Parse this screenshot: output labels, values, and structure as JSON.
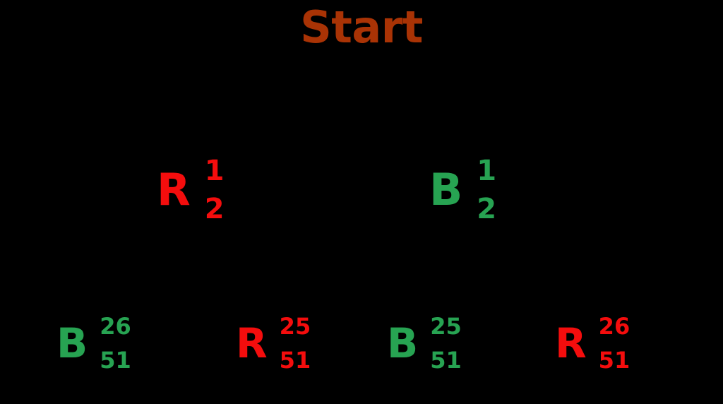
{
  "title": "Start",
  "background_color": "#000000",
  "palette": {
    "title_color": "#a93305",
    "red": "#f40d0d",
    "green": "#27a352",
    "edge_color": "#000000"
  },
  "tree": {
    "root": {
      "label": "Start"
    },
    "level2": [
      {
        "id": "l2-red",
        "label": "R",
        "color": "#f40d0d",
        "numerator": "1",
        "denominator": "2"
      },
      {
        "id": "l2-blue",
        "label": "B",
        "color": "#27a352",
        "numerator": "1",
        "denominator": "2"
      }
    ],
    "level3": [
      {
        "id": "l3-1",
        "label": "B",
        "color": "#27a352",
        "numerator": "26",
        "denominator": "51"
      },
      {
        "id": "l3-2",
        "label": "R",
        "color": "#f40d0d",
        "numerator": "25",
        "denominator": "51"
      },
      {
        "id": "l3-3",
        "label": "B",
        "color": "#27a352",
        "numerator": "25",
        "denominator": "51"
      },
      {
        "id": "l3-4",
        "label": "R",
        "color": "#f40d0d",
        "numerator": "26",
        "denominator": "51"
      }
    ]
  }
}
